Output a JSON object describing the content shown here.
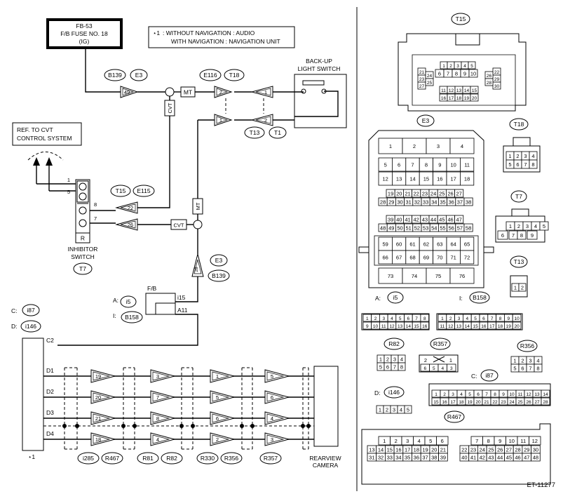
{
  "fuse": {
    "line1": "FB-53",
    "line2": "F/B FUSE NO. 18",
    "line3": "(IG)"
  },
  "note": {
    "star": "⋆1",
    "line1": ": WITHOUT NAVIGATION  : AUDIO",
    "line2": "WITH NAVIGATION  : NAVIGATION UNIT"
  },
  "backup_switch": {
    "line1": "BACK-UP",
    "line2": "LIGHT SWITCH"
  },
  "cvt_ref": {
    "line1": "REF. TO CVT",
    "line2": "CONTROL SYSTEM"
  },
  "inhibitor": {
    "line1": "INHIBITOR",
    "line2": "SWITCH",
    "connector": "T7",
    "r_label": "R",
    "pins": [
      "1",
      "5",
      "8",
      "7"
    ]
  },
  "tags": {
    "mt": "MT",
    "cvt": "CVT"
  },
  "fb": {
    "label": "F/B",
    "pin_i15": "i15",
    "pin_a11": "A11",
    "a_prefix": "A:",
    "i_prefix": "I:",
    "a_conn": "i5",
    "i_conn": "B158"
  },
  "connectors_top": {
    "b139": "B139",
    "e3": "E3",
    "pin49": "49",
    "e116": "E116",
    "t18": "T18",
    "pin2": "2",
    "pin1": "1",
    "sw_pin1": "1",
    "sw_pin2": "2",
    "t13": "T13",
    "t1": "T1",
    "t15": "T15",
    "e115": "E115",
    "pin22": "22",
    "pin26": "26",
    "e3b": "E3",
    "pin28": "28",
    "b139b": "B139"
  },
  "unit": {
    "c_label": "C:",
    "d_label": "D:",
    "c_conn": "i87",
    "d_conn": "i146",
    "c2": "C2",
    "rows": [
      "D1",
      "D2",
      "D3",
      "D4"
    ],
    "star": "⋆1"
  },
  "camera": {
    "line1": "REARVIEW",
    "line2": "CAMERA"
  },
  "chain": {
    "pins": [
      [
        "19",
        "20",
        "21",
        "18"
      ],
      [
        "3",
        "7",
        "8",
        "4"
      ],
      [
        "1",
        "5",
        "6",
        "2"
      ],
      [
        "5",
        "6",
        "4",
        "3"
      ]
    ],
    "labels": [
      [
        "i285",
        "R467"
      ],
      [
        "R81",
        "R82"
      ],
      [
        "R330",
        "R356"
      ],
      [
        "R357"
      ]
    ]
  },
  "right": {
    "t15": "T15",
    "e3": "E3",
    "t18": "T18",
    "t7": "T7",
    "t13": "T13",
    "i5": "i5",
    "b158": "B158",
    "a_prefix": "A:",
    "i_prefix": "I:",
    "r82": "R82",
    "r357": "R357",
    "r356": "R356",
    "c_prefix": "C:",
    "i87": "i87",
    "d_prefix": "D:",
    "i146": "i146",
    "r467": "R467",
    "code": "ET-11277"
  },
  "pinouts": {
    "t15_top": [
      "1",
      "2",
      "3",
      "4",
      "5"
    ],
    "t15_mid": [
      "6",
      "7",
      "8",
      "9",
      "10"
    ],
    "t15_low1": [
      "11",
      "12",
      "13",
      "14",
      "15"
    ],
    "t15_low2": [
      "16",
      "17",
      "18",
      "19",
      "20"
    ],
    "t15_left": [
      "21",
      "23",
      "27"
    ],
    "t15_left2": [
      "24",
      "25"
    ],
    "t15_right": [
      "22",
      "29",
      "30"
    ],
    "t15_right2": [
      "26",
      "28"
    ],
    "e3_r1": [
      "1",
      "2",
      "3",
      "4"
    ],
    "e3_r2": [
      "5",
      "6",
      "7",
      "8",
      "9",
      "10",
      "11"
    ],
    "e3_r3": [
      "12",
      "13",
      "14",
      "15",
      "16",
      "17",
      "18"
    ],
    "e3_r4": [
      "19",
      "20",
      "21",
      "22",
      "23",
      "24",
      "25",
      "26",
      "27"
    ],
    "e3_r5": [
      "28",
      "29",
      "30",
      "31",
      "32",
      "33",
      "34",
      "35",
      "36",
      "37",
      "38"
    ],
    "e3_r6": [
      "39",
      "40",
      "41",
      "42",
      "43",
      "44",
      "45",
      "46",
      "47"
    ],
    "e3_r7": [
      "48",
      "49",
      "50",
      "51",
      "52",
      "53",
      "54",
      "55",
      "56",
      "57",
      "58"
    ],
    "e3_r8": [
      "59",
      "60",
      "61",
      "62",
      "63",
      "64",
      "65"
    ],
    "e3_r9": [
      "66",
      "67",
      "68",
      "69",
      "70",
      "71",
      "72"
    ],
    "e3_r10": [
      "73",
      "74",
      "75",
      "76"
    ],
    "t18_r1": [
      "1",
      "2",
      "3",
      "4"
    ],
    "t18_r2": [
      "5",
      "6",
      "7",
      "8"
    ],
    "t7_r1": [
      "1",
      "2",
      "3",
      "4",
      "5"
    ],
    "t7_r2": [
      "6",
      "7",
      "8",
      "9"
    ],
    "t13_r": [
      "1",
      "2"
    ],
    "i5_r1": [
      "1",
      "2",
      "3",
      "4",
      "5",
      "6",
      "7",
      "8"
    ],
    "i5_r2": [
      "9",
      "10",
      "11",
      "12",
      "13",
      "14",
      "15",
      "16"
    ],
    "b158_r1": [
      "1",
      "2",
      "3",
      "4",
      "5",
      "6",
      "7",
      "8",
      "9",
      "10"
    ],
    "b158_r2": [
      "11",
      "12",
      "13",
      "14",
      "15",
      "16",
      "17",
      "18",
      "19",
      "20"
    ],
    "r82_r1": [
      "1",
      "2",
      "3",
      "4"
    ],
    "r82_r2": [
      "5",
      "6",
      "7",
      "8"
    ],
    "r357_r1": [
      "2",
      "1"
    ],
    "r357_r2": [
      "6",
      "5",
      "4",
      "3"
    ],
    "r356_r1": [
      "1",
      "2",
      "3",
      "4"
    ],
    "r356_r2": [
      "5",
      "6",
      "7",
      "8"
    ],
    "i87_r1": [
      "1",
      "2",
      "3",
      "4",
      "5",
      "6",
      "7",
      "8",
      "9",
      "10",
      "11",
      "12",
      "13",
      "14"
    ],
    "i87_r2": [
      "15",
      "16",
      "17",
      "18",
      "19",
      "20",
      "21",
      "22",
      "23",
      "24",
      "25",
      "26",
      "27",
      "28"
    ],
    "i146_r": [
      "1",
      "2",
      "3",
      "4",
      "5"
    ],
    "r467_l1": [
      "1",
      "2",
      "3",
      "4",
      "5",
      "6"
    ],
    "r467_l2": [
      "13",
      "14",
      "15",
      "16",
      "17",
      "18",
      "19",
      "20",
      "21"
    ],
    "r467_l3": [
      "31",
      "32",
      "33",
      "34",
      "35",
      "36",
      "37",
      "38",
      "39"
    ],
    "r467_r1": [
      "7",
      "8",
      "9",
      "10",
      "11",
      "12"
    ],
    "r467_r2": [
      "22",
      "23",
      "24",
      "25",
      "26",
      "27",
      "28",
      "29",
      "30"
    ],
    "r467_r3": [
      "40",
      "41",
      "42",
      "43",
      "44",
      "45",
      "46",
      "47",
      "48"
    ]
  }
}
